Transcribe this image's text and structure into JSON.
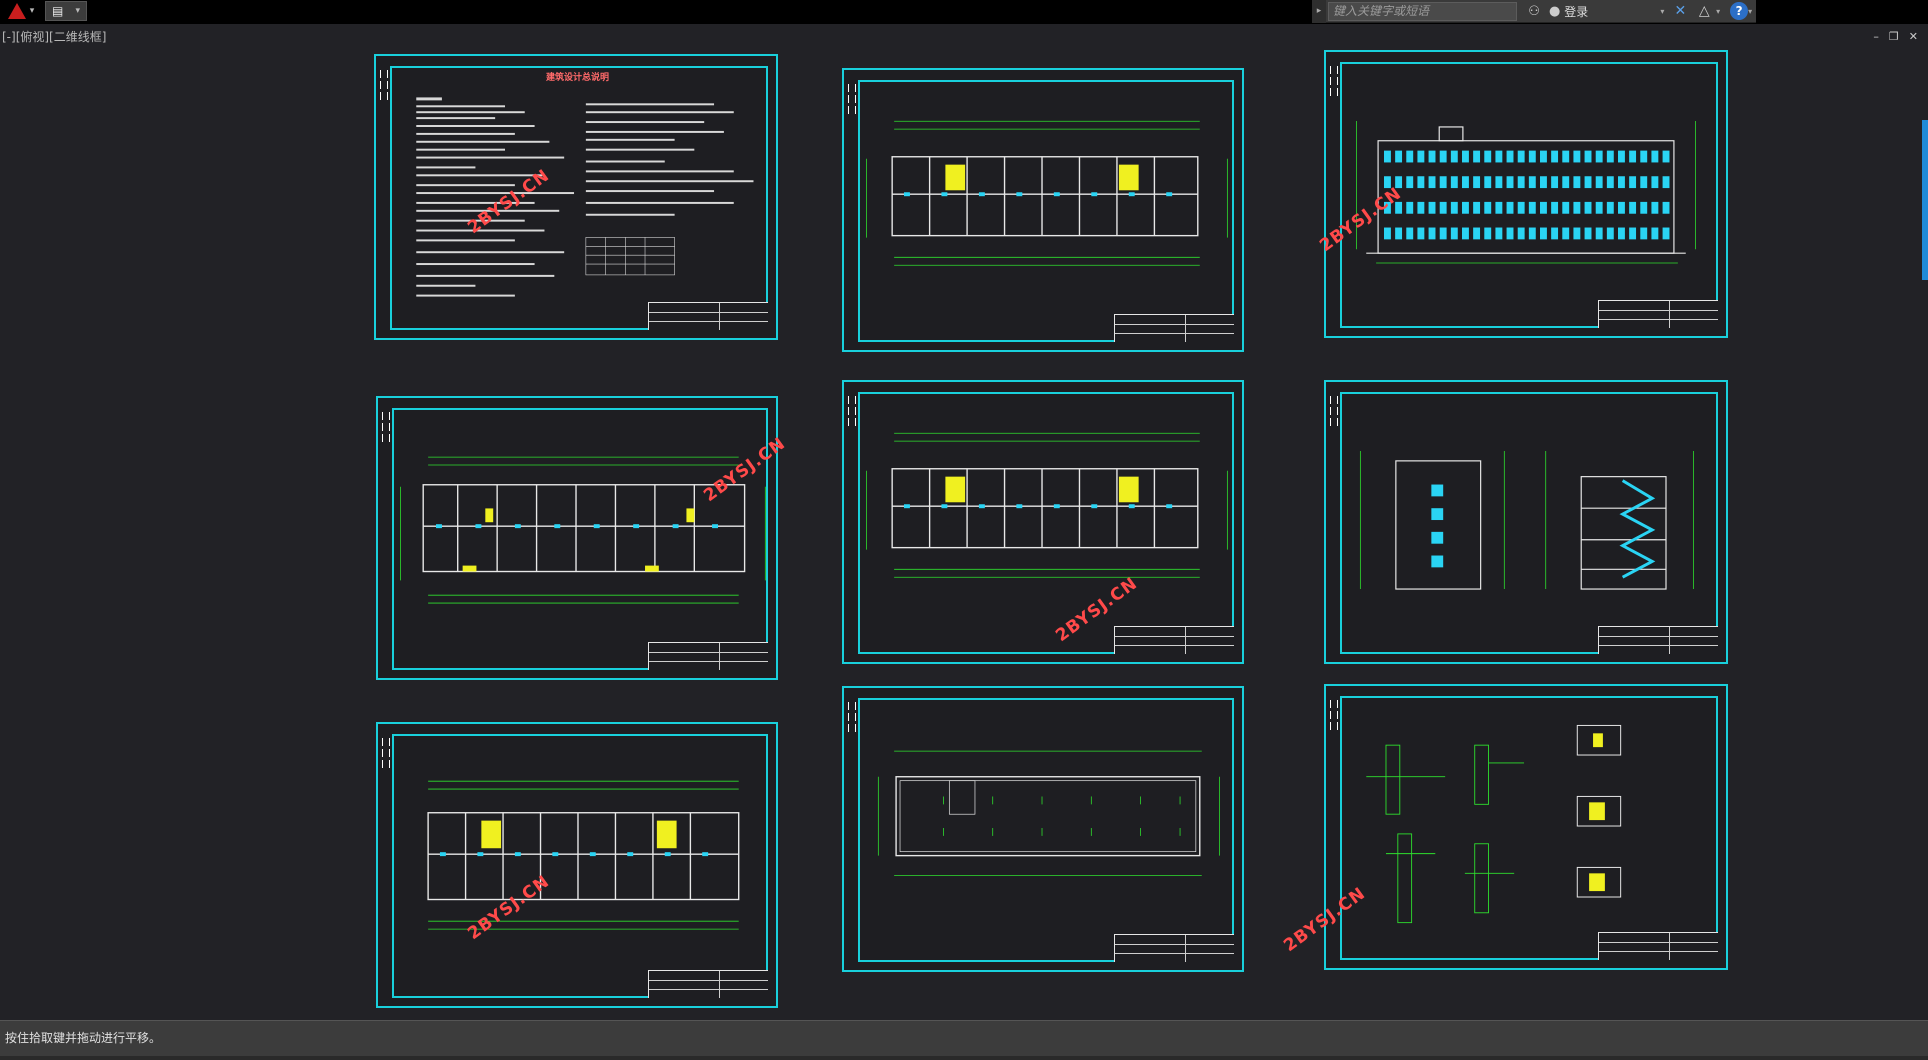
{
  "title_bar": {
    "search_placeholder": "键入关键字或短语",
    "login_label": "登录"
  },
  "viewport": {
    "view_label": "[-][俯视][二维线框]",
    "window_controls": [
      "–",
      "❐",
      "✕"
    ]
  },
  "watermark_text": "2BYSJ.CN",
  "sheets": [
    {
      "id": "design-notes",
      "heading": "建筑设计总说明"
    },
    {
      "id": "floor-plan-a"
    },
    {
      "id": "elevation"
    },
    {
      "id": "ground-floor-plan"
    },
    {
      "id": "floor-plan-b"
    },
    {
      "id": "section"
    },
    {
      "id": "second-floor-plan"
    },
    {
      "id": "roof-plan"
    },
    {
      "id": "details"
    }
  ],
  "status_bar": {
    "prompt": "按住拾取键并拖动进行平移。"
  },
  "colors": {
    "frame": "#19d0dc",
    "plan_lines": "#2ee02e",
    "walls": "#e8e8e8",
    "windows": "#2ad4f4",
    "stairs": "#f0f020",
    "heading": "#ff6a6a",
    "watermark": "#ff4a4a"
  }
}
